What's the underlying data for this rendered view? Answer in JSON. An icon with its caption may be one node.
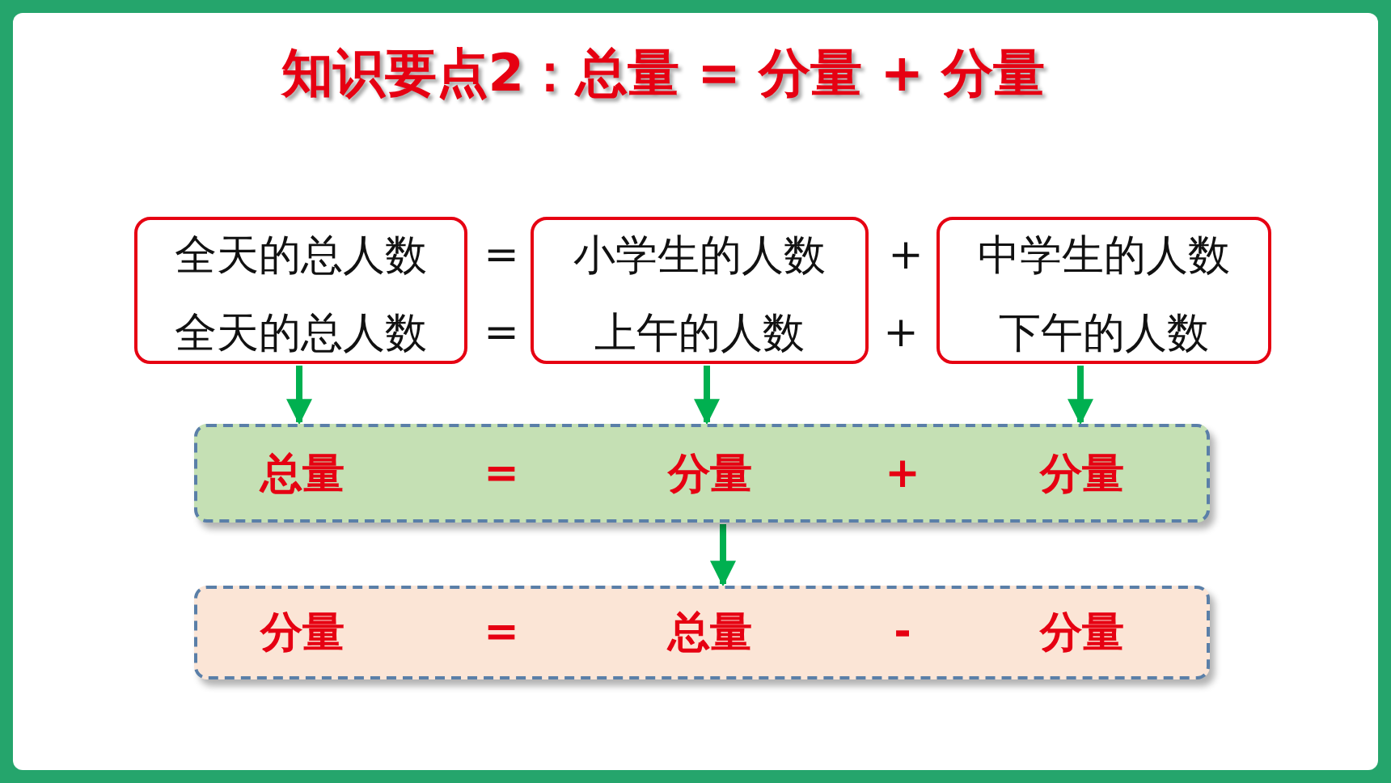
{
  "diagram": {
    "title": "知识要点2：总量 = 分量 + 分量",
    "nodes": [
      {
        "text": [
          "全天的总人数",
          "全天的总人数"
        ]
      },
      {
        "text": [
          "小学生的人数",
          "上午的人数"
        ]
      },
      {
        "text": [
          "中学生的人数",
          "下午的人数"
        ]
      },
      {
        "text": [
          "总量",
          "=",
          "分量",
          "+",
          "分量"
        ]
      },
      {
        "text": [
          "分量",
          "=",
          "总量",
          "-",
          "分量"
        ]
      }
    ],
    "edges": [
      {
        "from": 0,
        "to": 3,
        "arrow": "to"
      },
      {
        "from": 1,
        "to": 3,
        "arrow": "to"
      },
      {
        "from": 2,
        "to": 3,
        "arrow": "to"
      },
      {
        "from": 3,
        "to": 4,
        "arrow": "to"
      }
    ],
    "labels": [
      "=",
      "+",
      "=",
      "+"
    ]
  }
}
